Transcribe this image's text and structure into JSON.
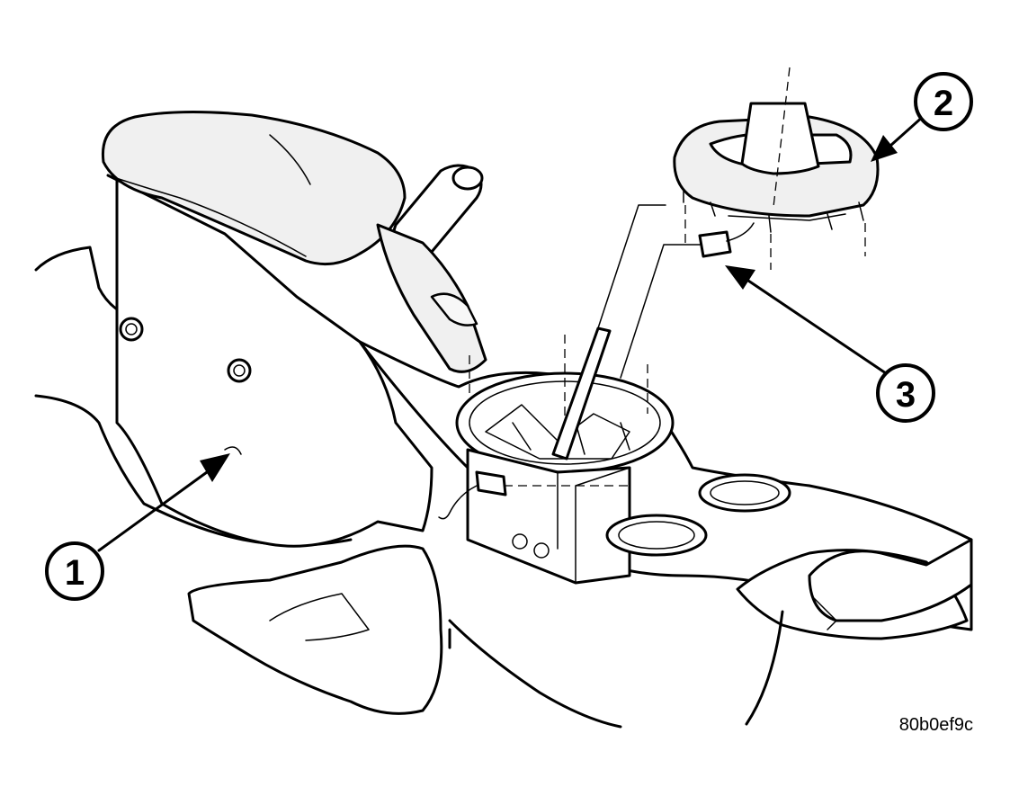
{
  "callouts": {
    "c1": {
      "label": "1"
    },
    "c2": {
      "label": "2"
    },
    "c3": {
      "label": "3"
    }
  },
  "figure_id": "80b0ef9c",
  "colors": {
    "line": "#000000",
    "background": "#ffffff",
    "light_fill": "#f0f0f0"
  }
}
